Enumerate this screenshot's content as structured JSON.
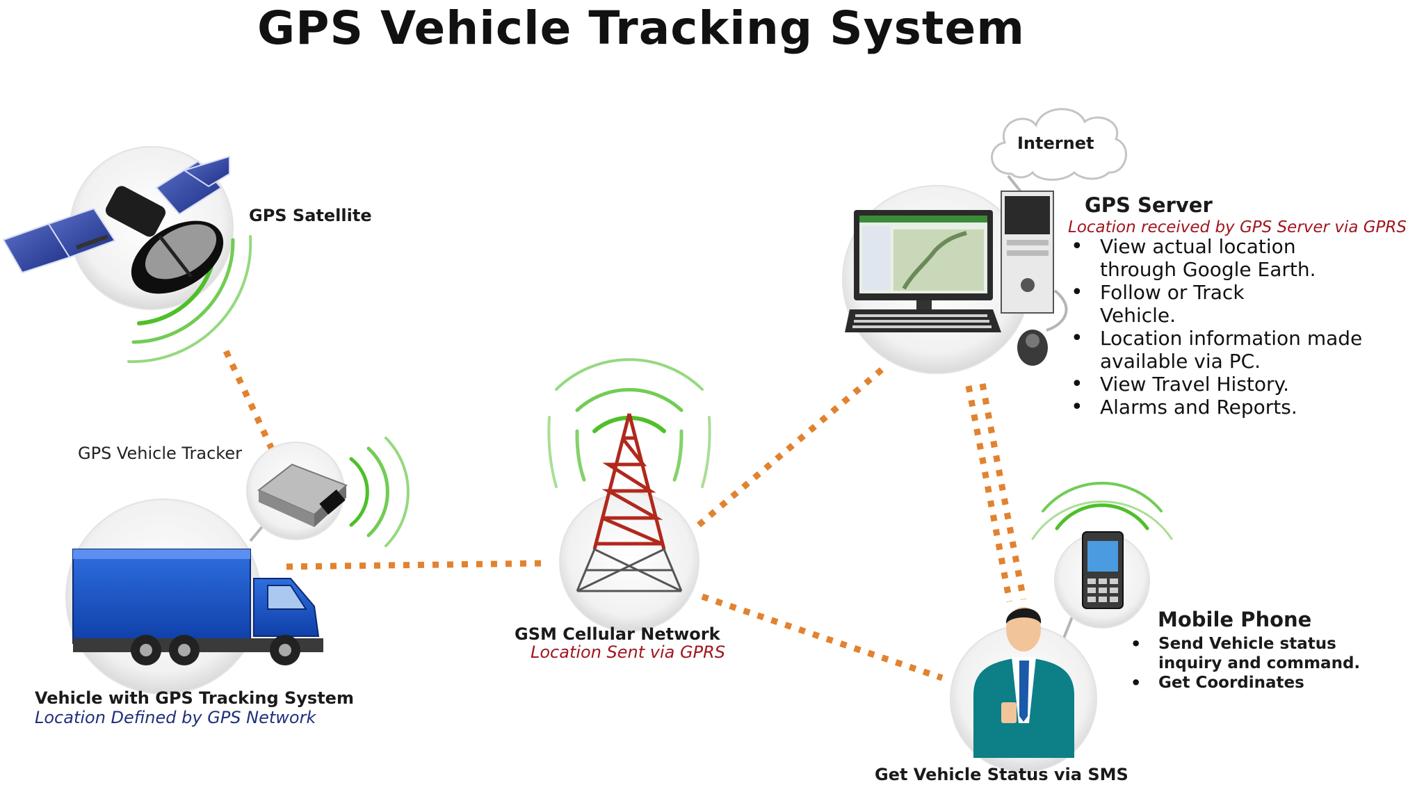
{
  "title": "GPS Vehicle Tracking System",
  "nodes": {
    "satellite": {
      "label": "GPS Satellite"
    },
    "tracker": {
      "label": "GPS Vehicle Tracker"
    },
    "vehicle": {
      "label": "Vehicle with GPS Tracking System",
      "sublabel": "Location Defined by GPS Network"
    },
    "tower": {
      "label": "GSM Cellular Network",
      "sublabel": "Location Sent via GPRS"
    },
    "internet": {
      "label": "Internet"
    },
    "server": {
      "label": "GPS Server",
      "sublabel": "Location received by GPS Server via GPRS",
      "bullets": [
        "View actual location through Google Earth.",
        "Follow or Track Vehicle.",
        "Location information made available via PC.",
        "View Travel History.",
        "Alarms and Reports."
      ]
    },
    "mobile": {
      "label": "Mobile Phone",
      "bullets": [
        "Send Vehicle status inquiry and command.",
        "Get Coordinates"
      ]
    },
    "user": {
      "label": "Get Vehicle Status via SMS"
    }
  },
  "colors": {
    "link_dots": "#e2822f",
    "signal_arc": "#4fbf2a",
    "red_text": "#a0161f",
    "blue_text": "#1f2f7a"
  },
  "icons": [
    "satellite-icon",
    "tracker-device-icon",
    "truck-icon",
    "cell-tower-icon",
    "cloud-icon",
    "computer-icon",
    "mobile-phone-icon",
    "person-icon"
  ]
}
